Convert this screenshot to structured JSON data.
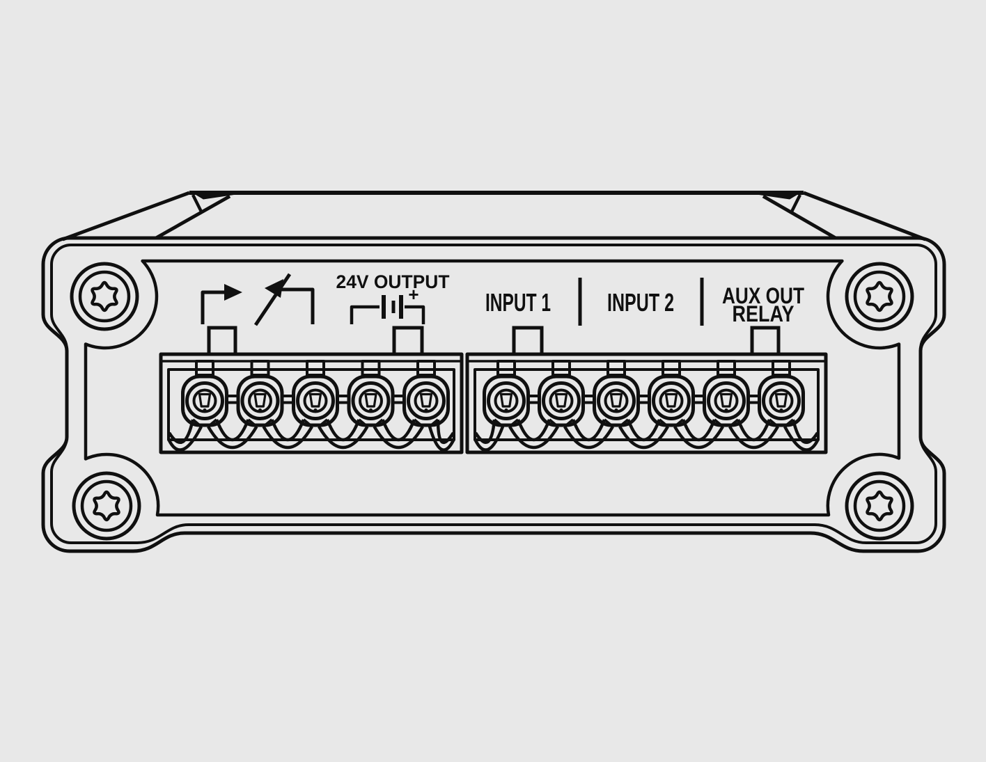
{
  "background_color": "#e8e8e8",
  "line_color": "#101010",
  "panel": {
    "labels": {
      "output_24v": "24V OUTPUT",
      "input1": "INPUT 1",
      "input2": "INPUT 2",
      "aux_out_line1": "AUX OUT",
      "aux_out_line2": "RELAY",
      "battery_plus": "+"
    },
    "icons": [
      "relay-output-arrow-icon",
      "switch-input-arrow-icon",
      "battery-icon",
      "torx-screw-icon"
    ],
    "terminal_blocks": [
      {
        "name": "left-terminal-block",
        "terminal_count": 5
      },
      {
        "name": "right-terminal-block",
        "terminal_count": 6
      }
    ],
    "corner_screw_count": 4
  }
}
